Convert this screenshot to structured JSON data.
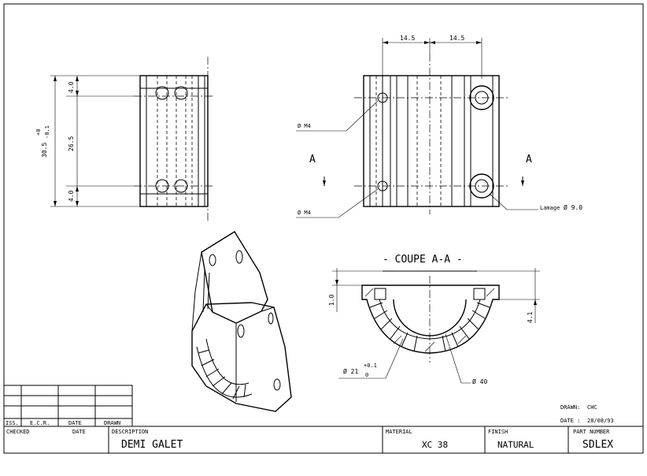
{
  "drawing": {
    "side_view": {
      "dim_total": "30.5",
      "tol_upper": "+0",
      "tol_lower": "-0.1",
      "dim_middle": "26.5",
      "dim_top": "4.0",
      "dim_bottom": "4.0"
    },
    "front_view": {
      "dim_left": "14.5",
      "dim_right": "14.5",
      "thread_upper": "Ø M4",
      "thread_lower": "Ø M4",
      "lamage": "Lamage",
      "lamage_dia": "Ø 9.0",
      "section_mark_left": "A",
      "section_mark_right": "A"
    },
    "section_view": {
      "title": "- COUPE A-A -",
      "dim_left": "1.0",
      "dim_right": "4.1",
      "dia_groove": "Ø 21",
      "groove_tol_upper": "+0.1",
      "groove_tol_lower": "0",
      "dia_bore": "Ø 40"
    }
  },
  "title_block": {
    "drawn_label": "DRAWN:",
    "drawn_by": "CHC",
    "date_label": "DATE :",
    "date_value": "28/08/93",
    "revision_headers": [
      "ISS.",
      "E.C.R.",
      "DATE",
      "DRAWN"
    ],
    "checked_label": "CHECKED",
    "checked_date_label": "DATE",
    "description_label": "DESCRIPTION",
    "description": "DEMI GALET",
    "material_label": "MATERIAL",
    "material": "XC 38",
    "finish_label": "FINISH",
    "finish": "NATURAL",
    "part_number_label": "PART NUMBER",
    "part_number": "SDLEX"
  }
}
